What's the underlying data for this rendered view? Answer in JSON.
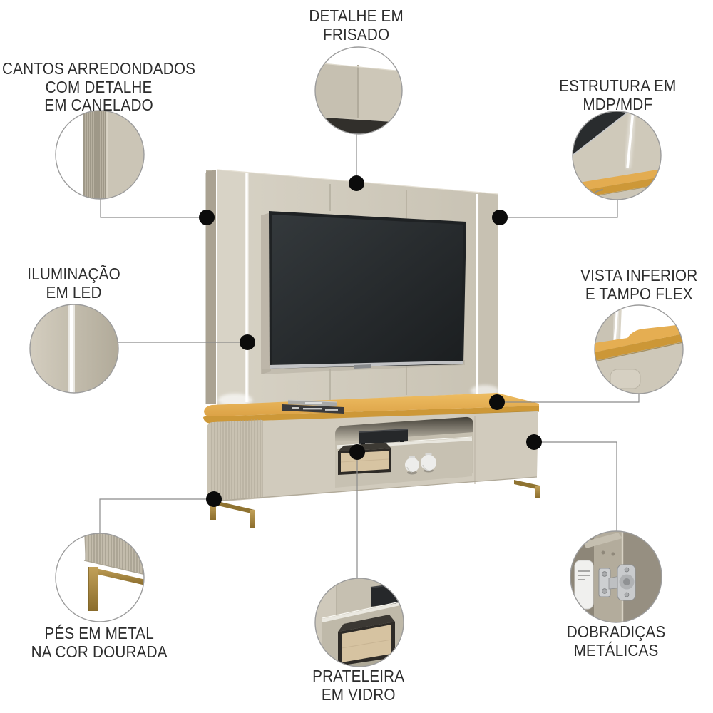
{
  "callouts": {
    "frisado": {
      "label": "DETALHE EM FRISADO",
      "lines": [
        "DETALHE EM",
        "FRISADO"
      ]
    },
    "canelado": {
      "label": "CANTOS ARREDONDADOS COM DETALHE EM CANELADO",
      "lines": [
        "CANTOS ARREDONDADOS",
        "COM DETALHE",
        "EM CANELADO"
      ]
    },
    "estrutura": {
      "label": "ESTRUTURA EM MDP/MDF",
      "lines": [
        "ESTRUTURA EM",
        "MDP/MDF"
      ]
    },
    "led": {
      "label": "ILUMINAÇÃO EM LED",
      "lines": [
        "ILUMINAÇÃO",
        "EM LED"
      ]
    },
    "tampo": {
      "label": "VISTA INFERIOR E TAMPO FLEX",
      "lines": [
        "VISTA INFERIOR",
        "E TAMPO FLEX"
      ]
    },
    "pes": {
      "label": "PÉS EM METAL NA COR DOURADA",
      "lines": [
        "PÉS EM METAL",
        "NA COR DOURADA"
      ]
    },
    "prateleira": {
      "label": "PRATELEIRA EM VIDRO",
      "lines": [
        "PRATELEIRA",
        "EM VIDRO"
      ]
    },
    "dobradicas": {
      "label": "DOBRADIÇAS METÁLICAS",
      "lines": [
        "DOBRADIÇAS",
        "METÁLICAS"
      ]
    }
  },
  "colors": {
    "background": "#ffffff",
    "panel_front": "#d2ccbe",
    "panel_side_fluted": "#b7b09f",
    "led_light": "#ffffff",
    "wood_top": "#e2ab4e",
    "wood_edge": "#cd9838",
    "gold_legs": "#a6863c",
    "tv_screen": "#26292b",
    "glass_shelf": "#eae8e0",
    "callout_line": "#8a8a8a",
    "callout_dot": "#0b0b0b",
    "label_text": "#2d2d2d"
  }
}
